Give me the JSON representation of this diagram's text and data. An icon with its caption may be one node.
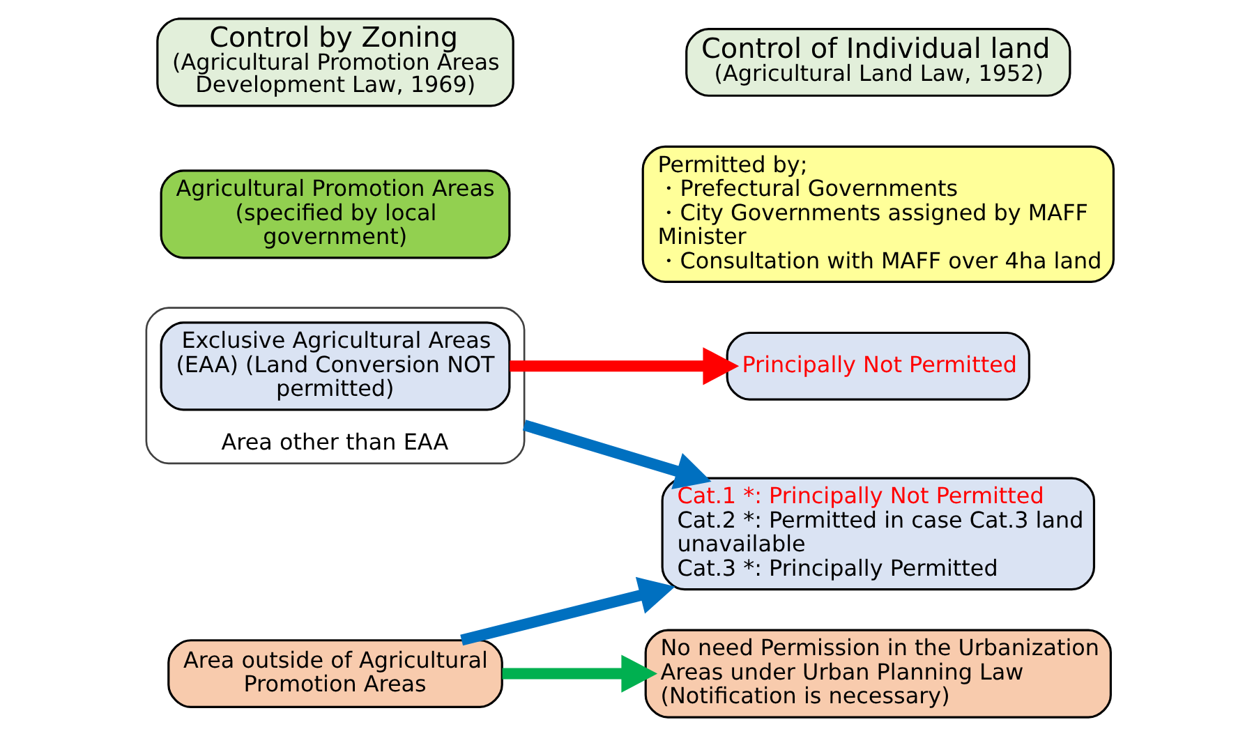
{
  "diagram": {
    "nodes": [
      {
        "text": [
          "Control by Zoning",
          "(Agricultural Promotion Areas Development Law, 1969)"
        ]
      },
      {
        "text": [
          "Control of Individual land",
          "(Agricultural Land Law, 1952)"
        ]
      },
      {
        "text": [
          "Agricultural Promotion Areas (specified by local government)"
        ]
      },
      {
        "text": [
          "Area other than EAA"
        ]
      },
      {
        "text": [
          "Exclusive Agricultural Areas (EAA) (Land Conversion NOT permitted)"
        ],
        "in": 3
      },
      {
        "text": [
          "Permitted by;",
          "・Prefectural Governments",
          "・City Governments assigned by MAFF Minister",
          "・Consultation with MAFF over 4ha land"
        ]
      },
      {
        "text": [
          "Principally Not Permitted"
        ]
      },
      {
        "text": [
          "Cat.1 *: Principally Not Permitted",
          "Cat.2 *: Permitted in case Cat.3 land unavailable",
          "Cat.3 *: Principally Permitted"
        ]
      },
      {
        "text": [
          "Area outside of Agricultural Promotion Areas"
        ]
      },
      {
        "text": [
          "No need Permission in the Urbanization Areas under Urban Planning Law (Notification is necessary)"
        ]
      }
    ],
    "edges": [
      {
        "from": 4,
        "to": 6,
        "arrow": "to",
        "color": "#ff0000"
      },
      {
        "from": 3,
        "to": 7,
        "arrow": "to",
        "color": "#0070c0"
      },
      {
        "from": 8,
        "to": 7,
        "arrow": "to",
        "color": "#0070c0"
      },
      {
        "from": 8,
        "to": 9,
        "arrow": "to",
        "color": "#00b050"
      }
    ]
  }
}
